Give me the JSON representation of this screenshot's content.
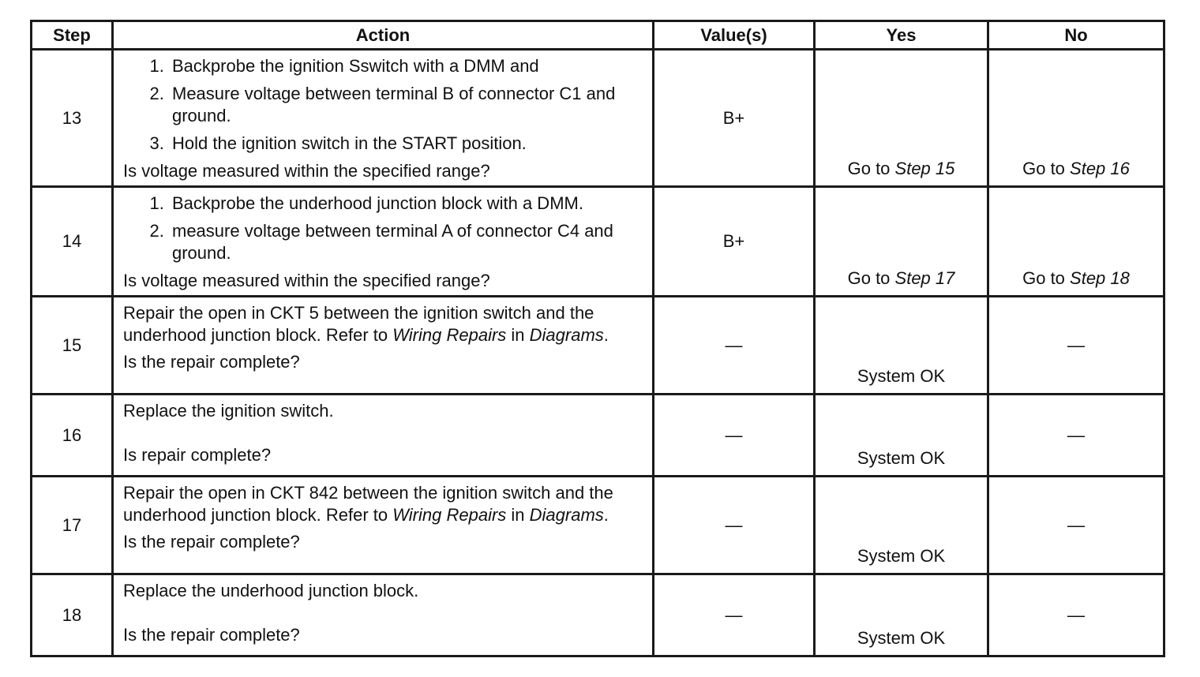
{
  "headers": {
    "step": "Step",
    "action": "Action",
    "values": "Value(s)",
    "yes": "Yes",
    "no": "No"
  },
  "rows": [
    {
      "step": "13",
      "items": [
        "Backprobe the ignition Sswitch with a DMM and",
        "Measure voltage between terminal B of connector C1 and ground.",
        "Hold the ignition switch in the START position."
      ],
      "question": "Is voltage measured within the specified range?",
      "value": "B+",
      "yes_prefix": "Go to ",
      "yes_link": "Step 15",
      "no_prefix": "Go to ",
      "no_link": "Step 16"
    },
    {
      "step": "14",
      "items": [
        "Backprobe the underhood junction block with a DMM.",
        "measure voltage between terminal A of connector C4 and ground."
      ],
      "question": "Is voltage measured within the specified range?",
      "value": "B+",
      "yes_prefix": "Go to ",
      "yes_link": "Step 17",
      "no_prefix": "Go to ",
      "no_link": "Step 18"
    },
    {
      "step": "15",
      "text_1": "Repair the open in CKT 5 between the ignition switch and the underhood junction block. Refer to ",
      "text_em1": "Wiring Repairs",
      "text_2": " in ",
      "text_em2": "Diagrams",
      "text_3": ".",
      "question": "Is the repair complete?",
      "value": "—",
      "yes": "System OK",
      "no": "—"
    },
    {
      "step": "16",
      "text": "Replace the ignition switch.",
      "question": "Is repair complete?",
      "value": "—",
      "yes": "System OK",
      "no": "—"
    },
    {
      "step": "17",
      "text_1": "Repair the open in CKT 842 between the ignition switch and the underhood junction block. Refer to ",
      "text_em1": "Wiring Repairs",
      "text_2": " in ",
      "text_em2": "Diagrams",
      "text_3": ".",
      "question": "Is the repair complete?",
      "value": "—",
      "yes": "System OK",
      "no": "—"
    },
    {
      "step": "18",
      "text": "Replace the underhood junction block.",
      "question": "Is the repair complete?",
      "value": "—",
      "yes": "System OK",
      "no": "—"
    }
  ]
}
